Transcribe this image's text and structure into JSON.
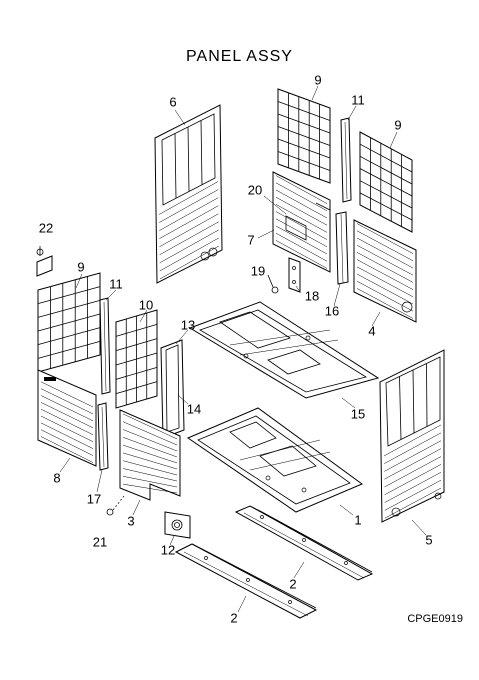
{
  "title": "PANEL ASSY",
  "drawing_code": "CPGE0919",
  "callouts": {
    "c1": "1",
    "c2a": "2",
    "c2b": "2",
    "c3": "3",
    "c4": "4",
    "c5": "5",
    "c6": "6",
    "c7": "7",
    "c8": "8",
    "c9a": "9",
    "c9b": "9",
    "c9c": "9",
    "c10": "10",
    "c11a": "11",
    "c11b": "11",
    "c12": "12",
    "c13": "13",
    "c14": "14",
    "c15": "15",
    "c16": "16",
    "c17": "17",
    "c18": "18",
    "c19": "19",
    "c20": "20",
    "c21": "21",
    "c22": "22"
  }
}
